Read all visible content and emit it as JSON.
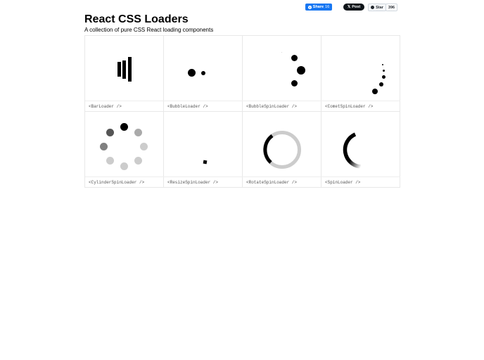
{
  "social": {
    "facebook": {
      "label": "Share",
      "count": "16"
    },
    "x": {
      "label": "Post"
    },
    "github": {
      "label": "Star",
      "count": "396"
    }
  },
  "header": {
    "title": "React CSS Loaders",
    "subtitle": "A collection of pure CSS React loading components"
  },
  "loaders": [
    {
      "name": "<BarLoader />"
    },
    {
      "name": "<BubbleLoader />"
    },
    {
      "name": "<BubbleSpinLoader />"
    },
    {
      "name": "<CometSpinLoader />"
    },
    {
      "name": "<CylinderSpinLoader />"
    },
    {
      "name": "<ResizeSpinLoader />"
    },
    {
      "name": "<RotateSpinLoader />"
    },
    {
      "name": "<SpinLoader />"
    }
  ],
  "colors": {
    "fb": "#1877f2",
    "x": "#0f1419",
    "border": "#e8e8e8"
  }
}
